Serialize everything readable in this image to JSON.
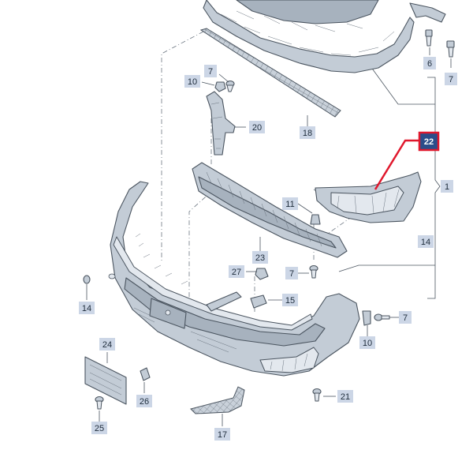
{
  "labels": {
    "l1": "1",
    "l6": "6",
    "l7a": "7",
    "l7b": "7",
    "l7c": "7",
    "l7d": "7",
    "l10a": "10",
    "l10b": "10",
    "l11": "11",
    "l14a": "14",
    "l14b": "14",
    "l15": "15",
    "l17": "17",
    "l18": "18",
    "l20": "20",
    "l21": "21",
    "l22": "22",
    "l23": "23",
    "l24": "24",
    "l25": "25",
    "l26": "26",
    "l27": "27"
  },
  "highlight": {
    "part": "22",
    "box_color": "#2b4d8a",
    "border_color": "#e0182d"
  },
  "colors": {
    "part_fill": "#c3ccd6",
    "callout_fill": "#ccd6e6",
    "line": "#4b5560"
  }
}
